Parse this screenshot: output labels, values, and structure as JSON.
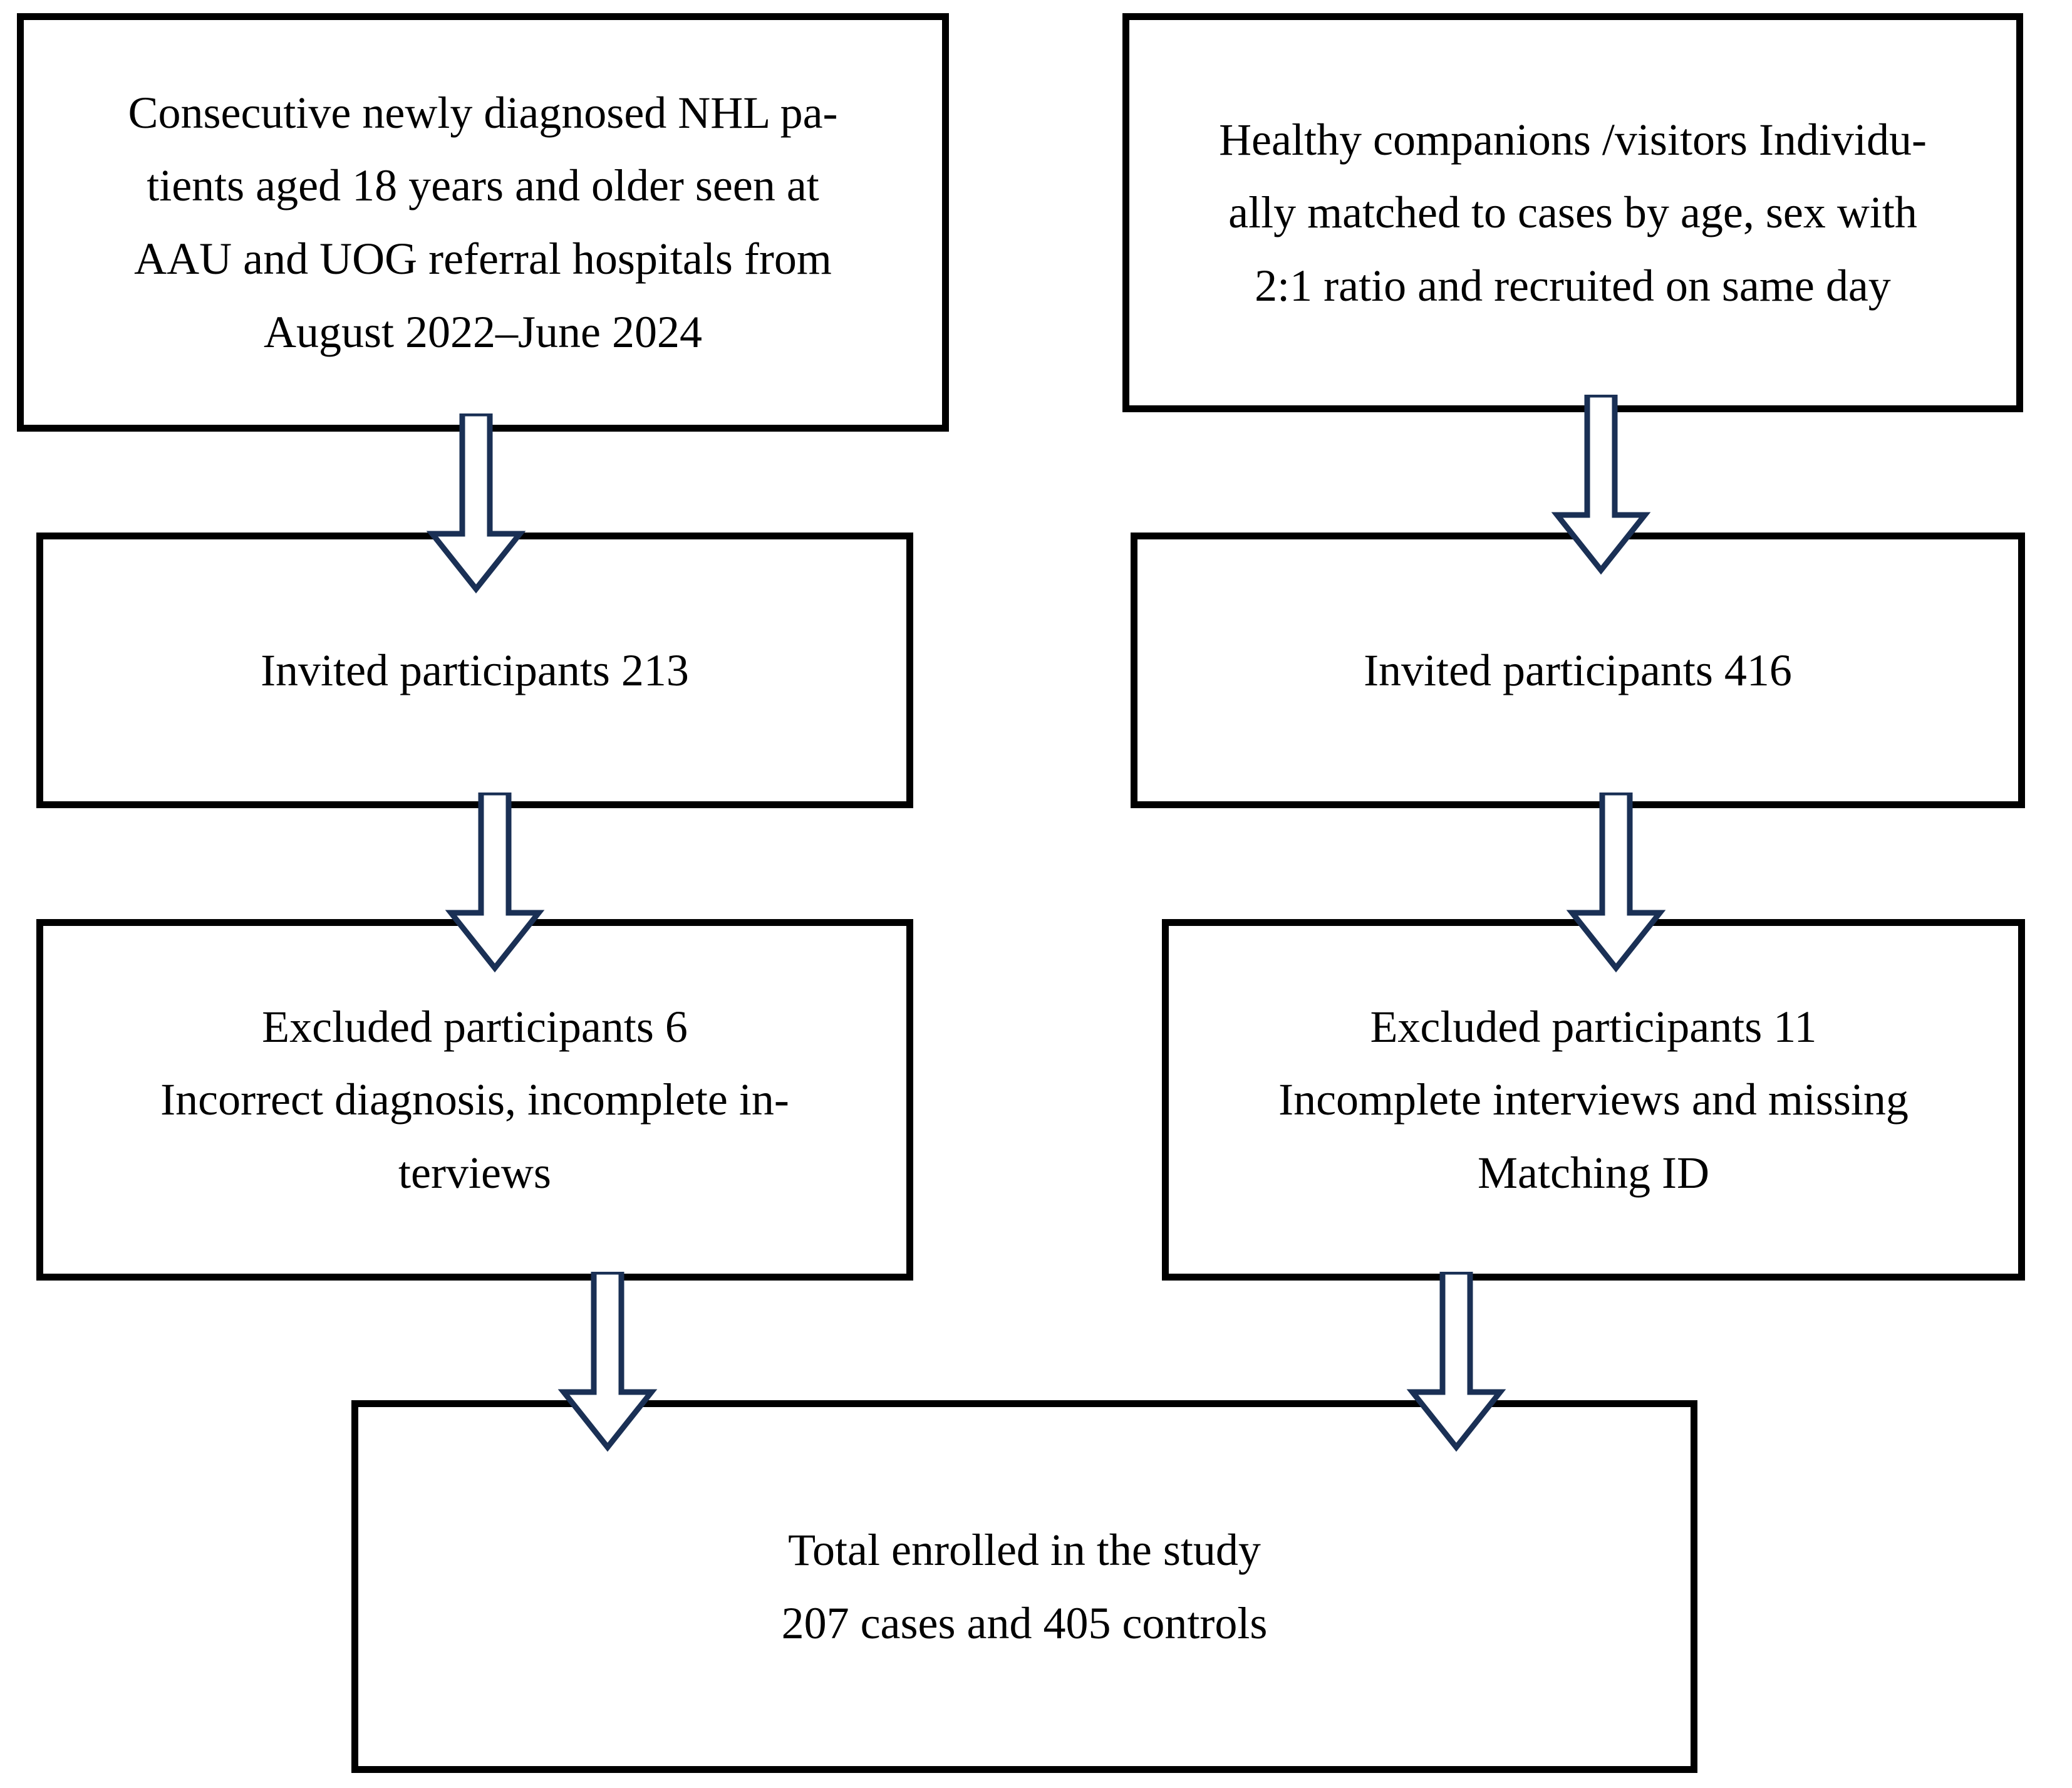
{
  "figure": {
    "type": "study-participant-flow-diagram",
    "colors": {
      "box_border": "#000000",
      "arrow_stroke": "#1a3055",
      "arrow_fill": "#ffffff",
      "background": "#ffffff",
      "text": "#000000"
    }
  },
  "nodes": {
    "cases_source": {
      "id": "cases-source",
      "lines": [
        "Consecutive newly diagnosed NHL pa-",
        "tients aged 18 years and older seen at",
        "AAU and UOG referral hospitals from",
        "August 2022–June 2024"
      ]
    },
    "controls_source": {
      "id": "controls-source",
      "lines": [
        "Healthy companions /visitors Individu-",
        "ally matched to cases by age, sex with",
        "2:1 ratio and recruited on same day"
      ]
    },
    "cases_invited": {
      "id": "cases-invited",
      "lines": [
        "Invited participants 213"
      ],
      "count": 213
    },
    "controls_invited": {
      "id": "controls-invited",
      "lines": [
        "Invited participants 416"
      ],
      "count": 416
    },
    "cases_excluded": {
      "id": "cases-excluded",
      "lines": [
        "Excluded participants 6",
        "Incorrect diagnosis, incomplete in-",
        "terviews"
      ],
      "count": 6
    },
    "controls_excluded": {
      "id": "controls-excluded",
      "lines": [
        "Excluded participants 11",
        "Incomplete interviews and missing",
        "Matching ID"
      ],
      "count": 11
    },
    "total_enrolled": {
      "id": "total-enrolled",
      "lines": [
        "Total enrolled in the study",
        "207 cases and 405 controls"
      ],
      "cases": 207,
      "controls": 405
    }
  },
  "arrows": [
    {
      "id": "arrow-cases-1",
      "from": "cases_source",
      "to": "cases_invited",
      "direction": "down"
    },
    {
      "id": "arrow-controls-1",
      "from": "controls_source",
      "to": "controls_invited",
      "direction": "down"
    },
    {
      "id": "arrow-cases-2",
      "from": "cases_invited",
      "to": "cases_excluded",
      "direction": "down"
    },
    {
      "id": "arrow-controls-2",
      "from": "controls_invited",
      "to": "controls_excluded",
      "direction": "down"
    },
    {
      "id": "arrow-cases-3",
      "from": "cases_excluded",
      "to": "total_enrolled",
      "direction": "down"
    },
    {
      "id": "arrow-controls-3",
      "from": "controls_excluded",
      "to": "total_enrolled",
      "direction": "down"
    }
  ]
}
